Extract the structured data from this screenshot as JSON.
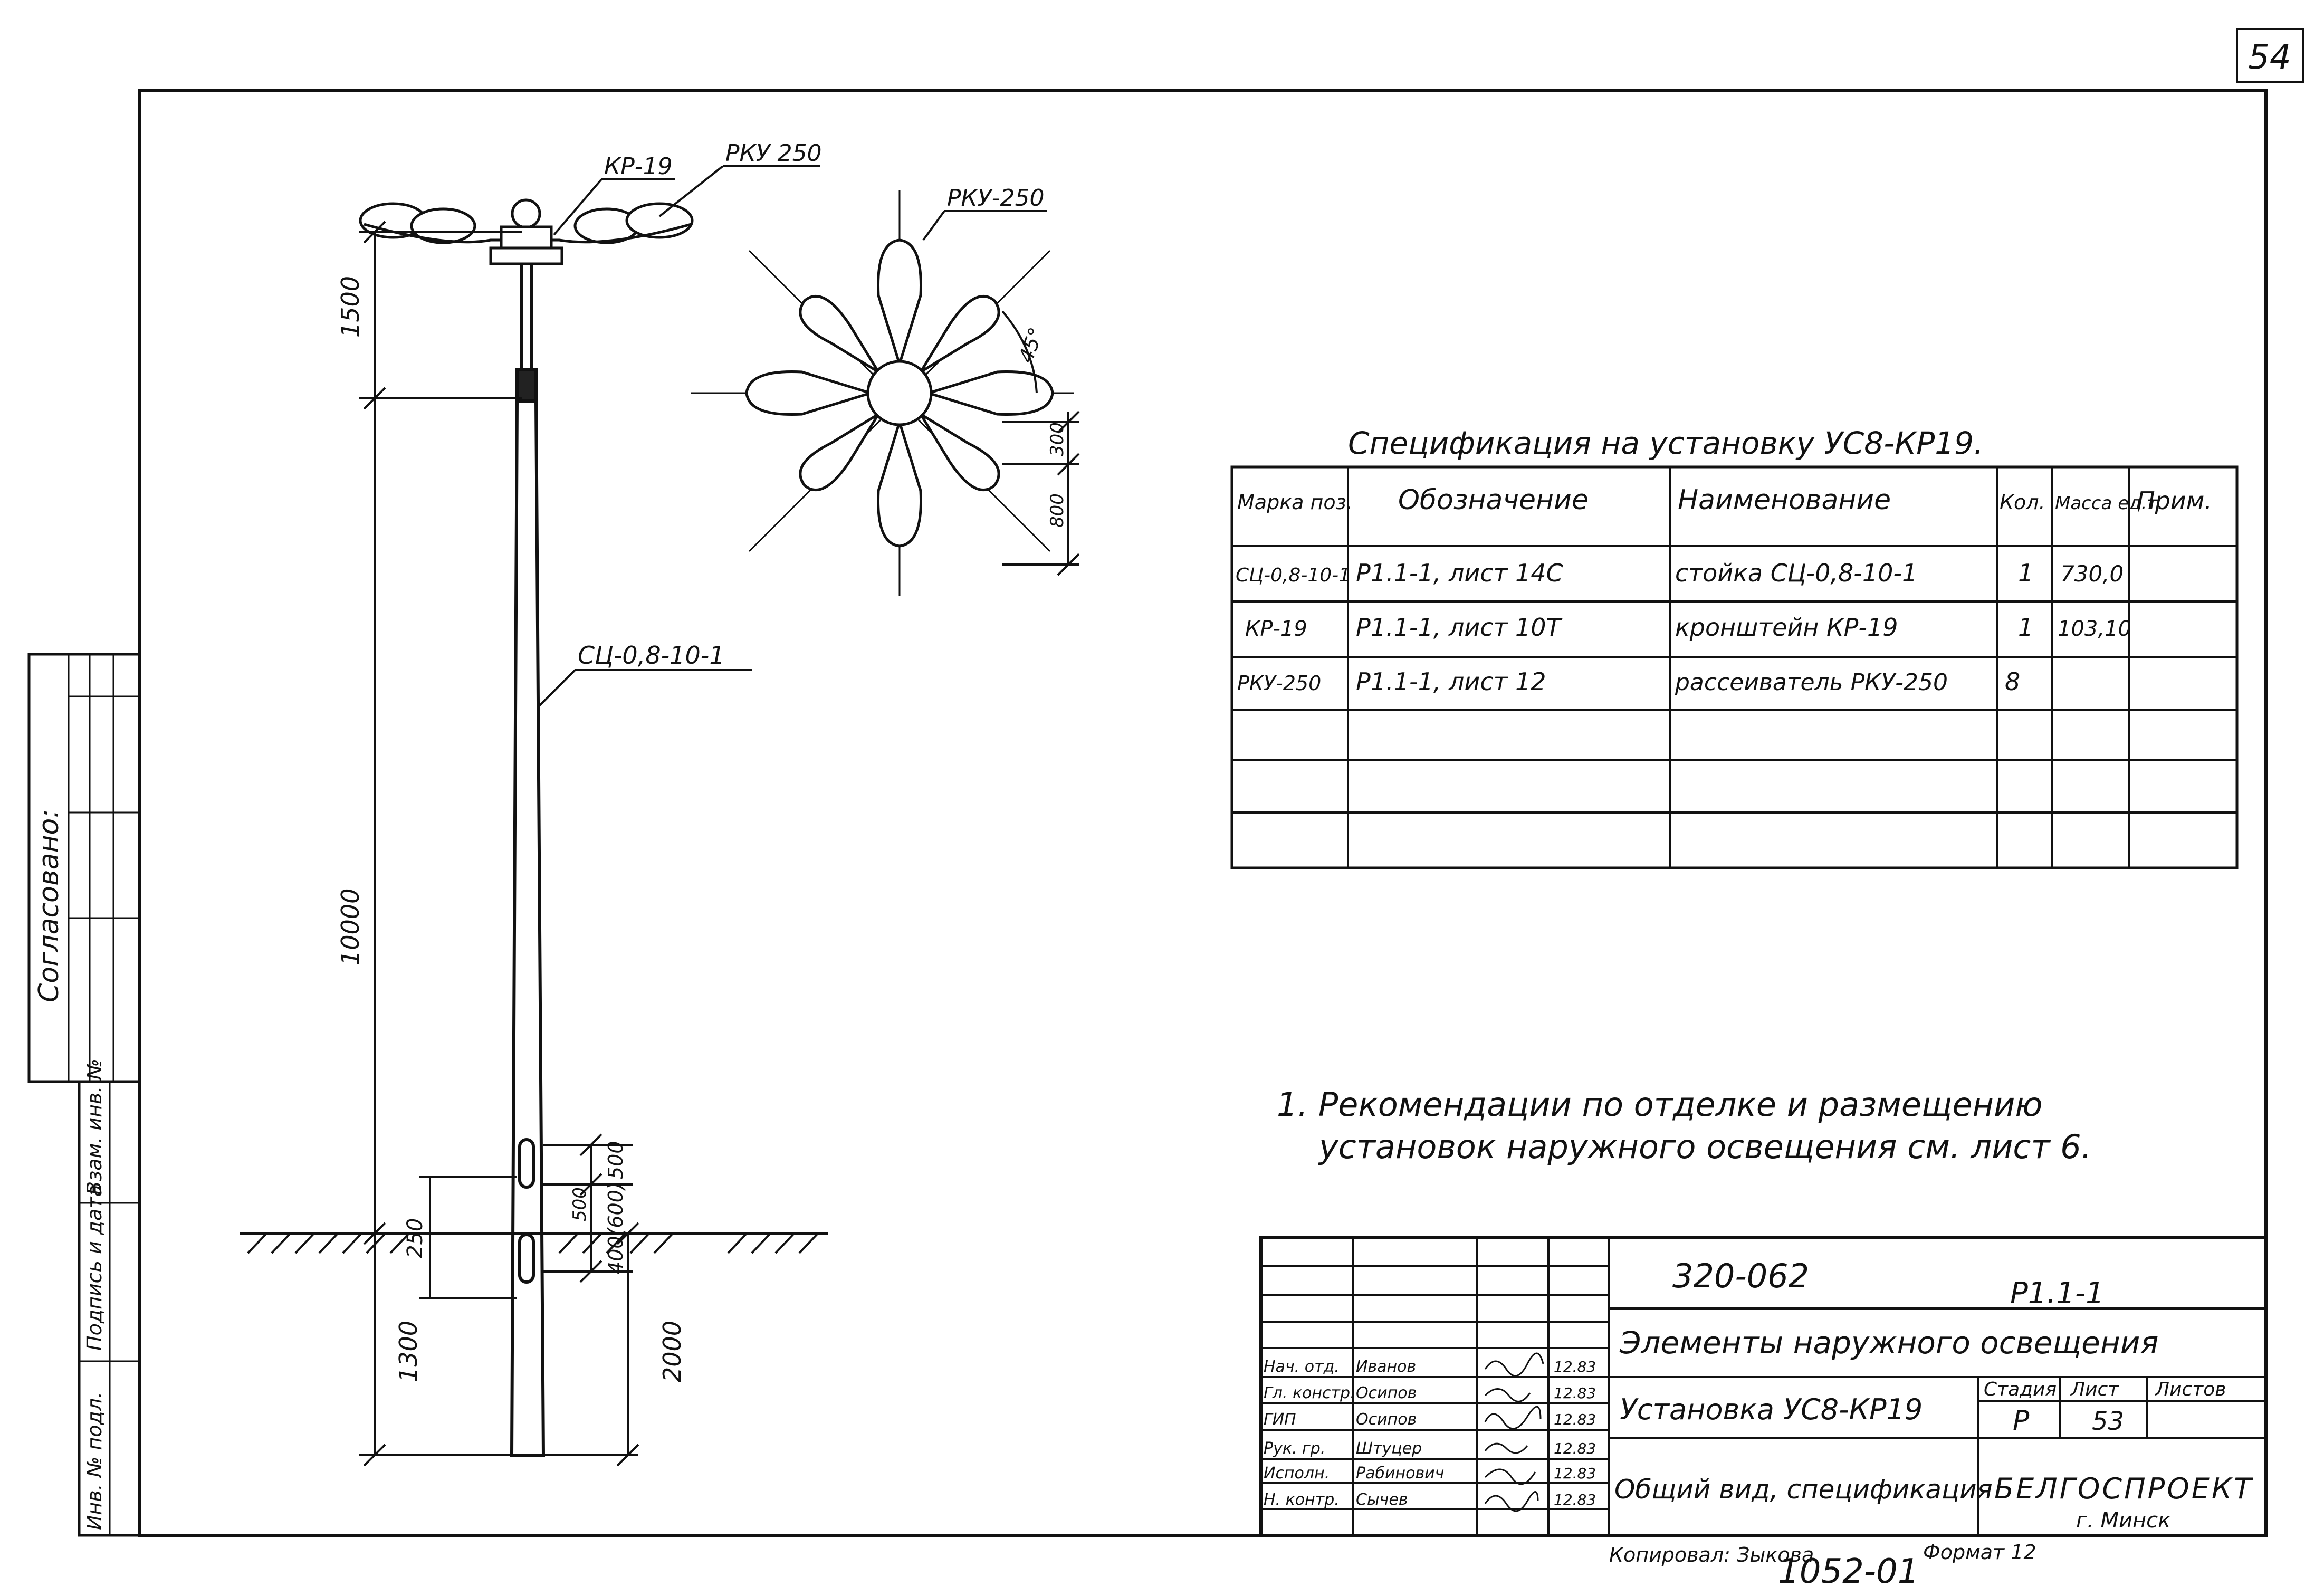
{
  "sheet_number": "54",
  "approval_label": "Согласовано:",
  "left_stamp": {
    "inv_no": "Инв. № подл.",
    "sign_date": "Подпись и дата",
    "replace_inv": "Взам. инв. №"
  },
  "elevation_labels": {
    "bracket": "КР-19",
    "diffuser": "РКУ 250",
    "pole": "СЦ-0,8-10-1"
  },
  "plan_labels": {
    "diffuser": "РКУ-250",
    "angle": "45°"
  },
  "dimensions": {
    "bracket_height": "1500",
    "pole_height": "10000",
    "buried_depth": "1300",
    "foundation_depth": "2000",
    "opening_upper": "500",
    "opening_gap": "250",
    "opening_lower": "400(600)",
    "opening_size": "500",
    "plan_a": "300",
    "plan_b": "800"
  },
  "spec": {
    "title": "Спецификация на установку УС8-КР19.",
    "headers": [
      "Марка поз.",
      "Обозначение",
      "Наименование",
      "Кол.",
      "Масса ед.т.",
      "Прим."
    ],
    "rows": [
      [
        "СЦ-0,8-10-1",
        "Р1.1-1, лист 14С",
        "стойка СЦ-0,8-10-1",
        "1",
        "730,0",
        ""
      ],
      [
        "КР-19",
        "Р1.1-1, лист 10Т",
        "кронштейн КР-19",
        "1",
        "103,10",
        ""
      ],
      [
        "РКУ-250",
        "Р1.1-1, лист 12",
        "рассеиватель РКУ-250",
        "8",
        "",
        ""
      ],
      [
        "",
        "",
        "",
        "",
        "",
        ""
      ],
      [
        "",
        "",
        "",
        "",
        "",
        ""
      ],
      [
        "",
        "",
        "",
        "",
        "",
        ""
      ]
    ]
  },
  "note": {
    "line1": "1. Рекомендации по отделке и размещению",
    "line2": "установок наружного освещения см. лист 6."
  },
  "title_block": {
    "project_no": "320-062",
    "doc_code": "Р1.1-1",
    "object_title": "Элементы наружного освещения",
    "drawing_title": "Установка УС8-КР19",
    "sheet_title": "Общий вид, спецификация",
    "stage_label": "Стадия",
    "sheet_label": "Лист",
    "sheets_label": "Листов",
    "stage": "Р",
    "sheet": "53",
    "sheets": "",
    "org": "БЕЛГОСПРОЕКТ",
    "city": "г. Минск",
    "roles": [
      {
        "role": "Нач. отд.",
        "name": "Иванов"
      },
      {
        "role": "Гл. констр.",
        "name": "Осипов"
      },
      {
        "role": "ГИП",
        "name": "Осипов"
      },
      {
        "role": "Рук. гр.",
        "name": "Штуцер"
      },
      {
        "role": "Исполн.",
        "name": "Рабинович"
      },
      {
        "role": "Н. контр.",
        "name": "Сычев"
      }
    ],
    "dates": [
      "12.83",
      "12.83",
      "12.83",
      "12.83",
      "12.83",
      "12.83"
    ]
  },
  "footer": {
    "copied_by": "Копировал: Зыкова",
    "archive_no": "1052-01",
    "format": "Формат 12"
  }
}
